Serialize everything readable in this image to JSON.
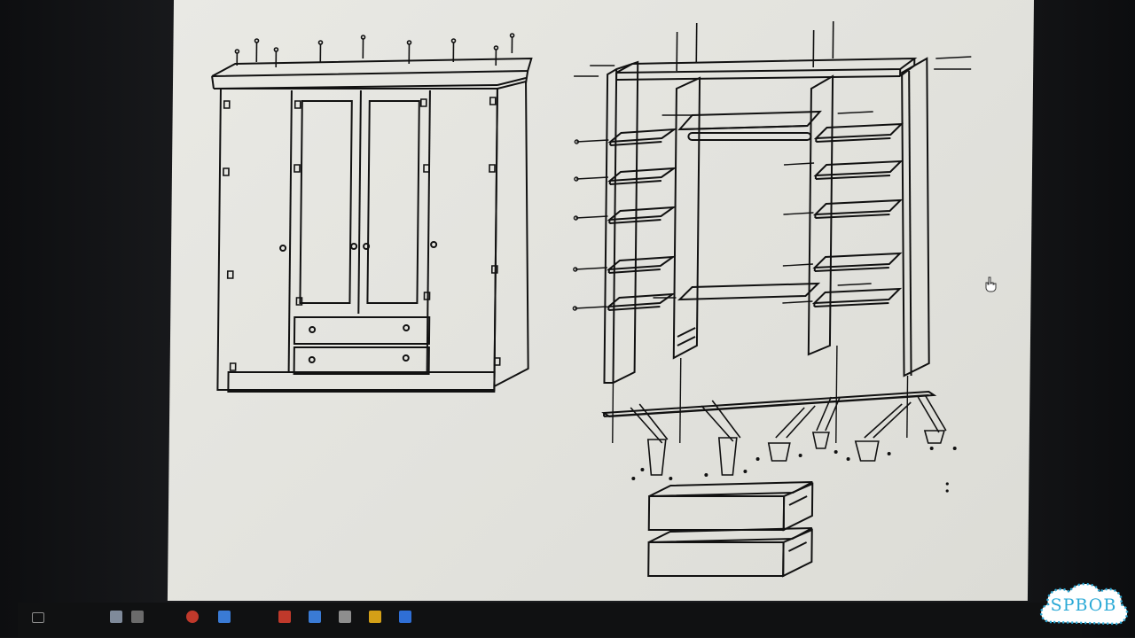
{
  "screen": {
    "document": "furniture-assembly-diagram",
    "cursor": "hand-pointer-icon"
  },
  "taskbar": {
    "icons": [
      {
        "name": "app-icon-1",
        "color": "#7f8a9a"
      },
      {
        "name": "app-icon-2",
        "color": "#6b6b6b"
      },
      {
        "name": "app-icon-3",
        "color": "#c0392b"
      },
      {
        "name": "app-icon-4",
        "color": "#3a7bd5"
      },
      {
        "name": "app-icon-5",
        "color": "#c0392b"
      },
      {
        "name": "app-icon-6",
        "color": "#3a7bd5"
      },
      {
        "name": "app-icon-7",
        "color": "#8e8e8e"
      },
      {
        "name": "app-icon-8",
        "color": "#d4a017"
      },
      {
        "name": "app-icon-9",
        "color": "#2f6fd6"
      }
    ]
  },
  "watermark": {
    "text": "SPBOB",
    "color": "#2aa9d6"
  }
}
